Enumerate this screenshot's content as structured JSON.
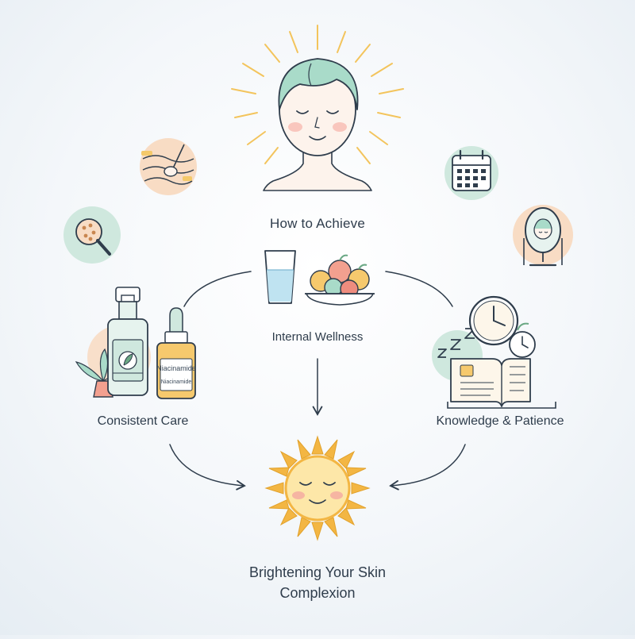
{
  "diagram": {
    "top_label": "How to Achieve",
    "internal_label": "Internal Wellness",
    "care_label": "Consistent Care",
    "knowledge_label": "Knowledge & Patience",
    "result_line1": "Brightening Your Skin",
    "result_line2": "Complexion",
    "serum_label_1": "Niacinamide",
    "serum_label_2": "Niacinamide"
  },
  "icons": {
    "top": "face-glow-icon",
    "skin": "skin-layer-icon",
    "magnifier": "magnifier-icon",
    "calendar": "calendar-icon",
    "mirror": "mirror-icon",
    "water": "water-glass-icon",
    "fruit": "fruit-bowl-icon",
    "spray": "spray-bottle-icon",
    "serum": "serum-bottle-icon",
    "plant": "plant-icon",
    "clock": "clock-icon",
    "book": "open-book-icon",
    "sleep": "sleep-icon",
    "sun": "sun-face-icon"
  },
  "colors": {
    "line": "#2f3d4c",
    "mint": "#cfe8de",
    "peach": "#f8d9bf",
    "sun": "#f3b643",
    "blush": "#f4a9a0"
  }
}
